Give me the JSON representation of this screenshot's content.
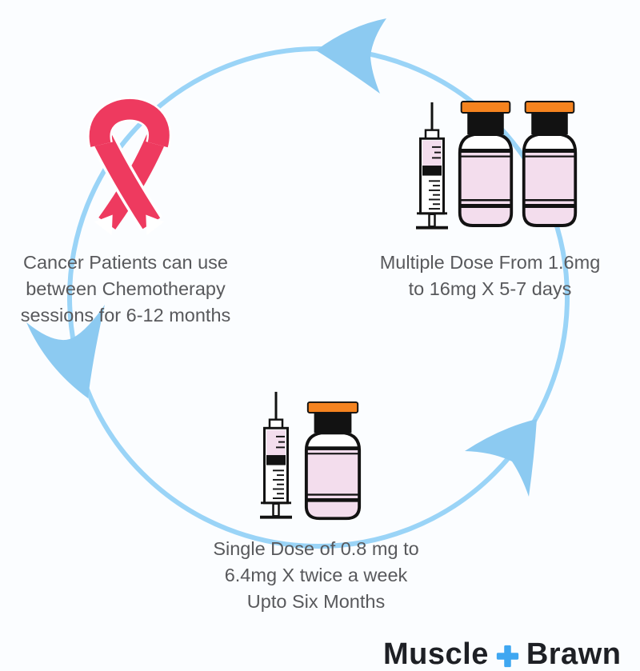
{
  "cycle": {
    "direction": "counterclockwise",
    "line_color": "#9AD4F7",
    "arrow_color": "#8CCAF1"
  },
  "steps": {
    "cancer": {
      "icon": "cancer-ribbon-icon",
      "line1": "Cancer Patients can use",
      "line2": "between Chemotherapy",
      "line3": "sessions for 6-12 months"
    },
    "multiple_dose": {
      "icon": "syringe-two-vials-icon",
      "line1": "Multiple Dose From 1.6mg",
      "line2": "to 16mg X 5-7 days"
    },
    "single_dose": {
      "icon": "syringe-vial-icon",
      "line1": "Single Dose of 0.8 mg to",
      "line2": "6.4mg X twice a week",
      "line3": "Upto Six Months"
    }
  },
  "logo": {
    "word1": "Muscle",
    "word2": "Brawn",
    "plus_icon": "plus-icon",
    "plus_color": "#3FA7F1",
    "text_color": "#1E2025"
  },
  "colors": {
    "background": "#FBFDFF",
    "text": "#58595C",
    "ribbon_pink": "#EE3A5F",
    "vial_cap_orange": "#F5831F",
    "vial_liquid_pink": "#F3DDED",
    "outline_black": "#121212"
  }
}
